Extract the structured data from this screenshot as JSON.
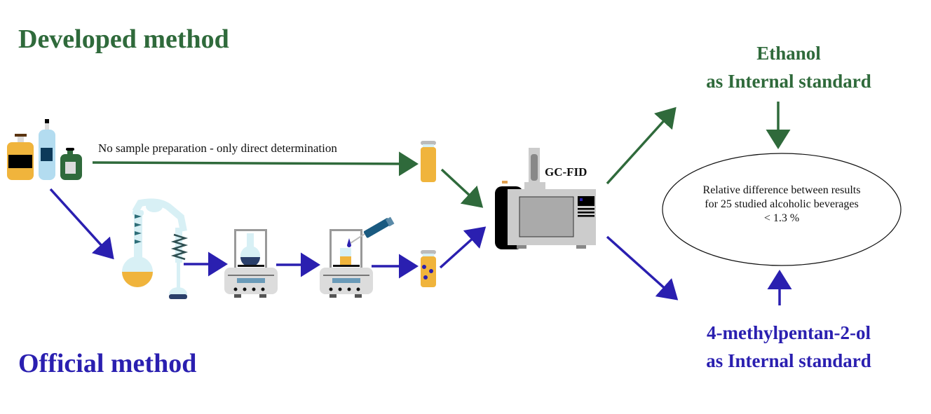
{
  "developed_method": {
    "title": "Developed method",
    "note": "No sample preparation - only direct determination"
  },
  "official_method": {
    "title": "Official method"
  },
  "instrument": {
    "label": "GC-FID"
  },
  "results": {
    "top": {
      "line1": "Ethanol",
      "line2": "as Internal standard"
    },
    "bottom": {
      "line1": "4-methylpentan-2-ol",
      "line2": "as Internal standard"
    },
    "comparison": {
      "line1": "Relative difference between results",
      "line2": "for 25 studied alcoholic beverages",
      "line3": "< 1.3 %"
    }
  },
  "colors": {
    "developed": "#2f6a3b",
    "official": "#2a1fb0",
    "amber": "#f0b43c"
  }
}
